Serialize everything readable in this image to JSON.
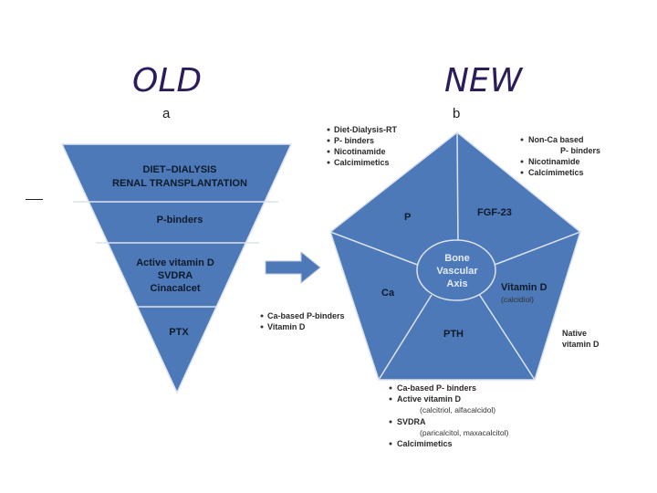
{
  "headings": {
    "old": "OLD",
    "new": "NEW"
  },
  "panel_a": {
    "letter": "a",
    "levels": [
      [
        "DIET–DIALYSIS",
        "RENAL TRANSPLANTATION"
      ],
      [
        "P-binders"
      ],
      [
        "Active vitamin D",
        "SVDRA",
        "Cinacalcet"
      ],
      [
        "PTX"
      ]
    ]
  },
  "panel_b": {
    "letter": "b",
    "center": [
      "Bone",
      "Vascular",
      "Axis"
    ],
    "segments": {
      "p": "P",
      "fgf23": "FGF-23",
      "vitd": "Vitamin D",
      "vitd_sub": "(calcidiol)",
      "ca": "Ca",
      "pth": "PTH"
    },
    "notes": {
      "top_left": [
        "Diet-Dialysis-RT",
        "P- binders",
        "Nicotinamide",
        "Calcimimetics"
      ],
      "top_right": {
        "item1_line1": "Non-Ca based",
        "item1_line2": "P- binders",
        "item2": "Nicotinamide",
        "item3": "Calcimimetics"
      },
      "left": [
        "Ca-based P-binders",
        "Vitamin D"
      ],
      "right": [
        "Native",
        "vitamin D"
      ],
      "bottom": {
        "i1": "Ca-based P- binders",
        "i2": "Active vitamin D",
        "i2_sub": "(calcitriol, alfacalcidol)",
        "i3": "SVDRA",
        "i3_sub": "(paricalcitol, maxacalcitol)",
        "i4": "Calcimimetics"
      }
    }
  },
  "colors": {
    "fill": "#4e79b8",
    "stroke": "#dbe3ee",
    "text": "#0f1a2a",
    "heading": "#2d1c5a",
    "arrow": "#4e79b8"
  }
}
